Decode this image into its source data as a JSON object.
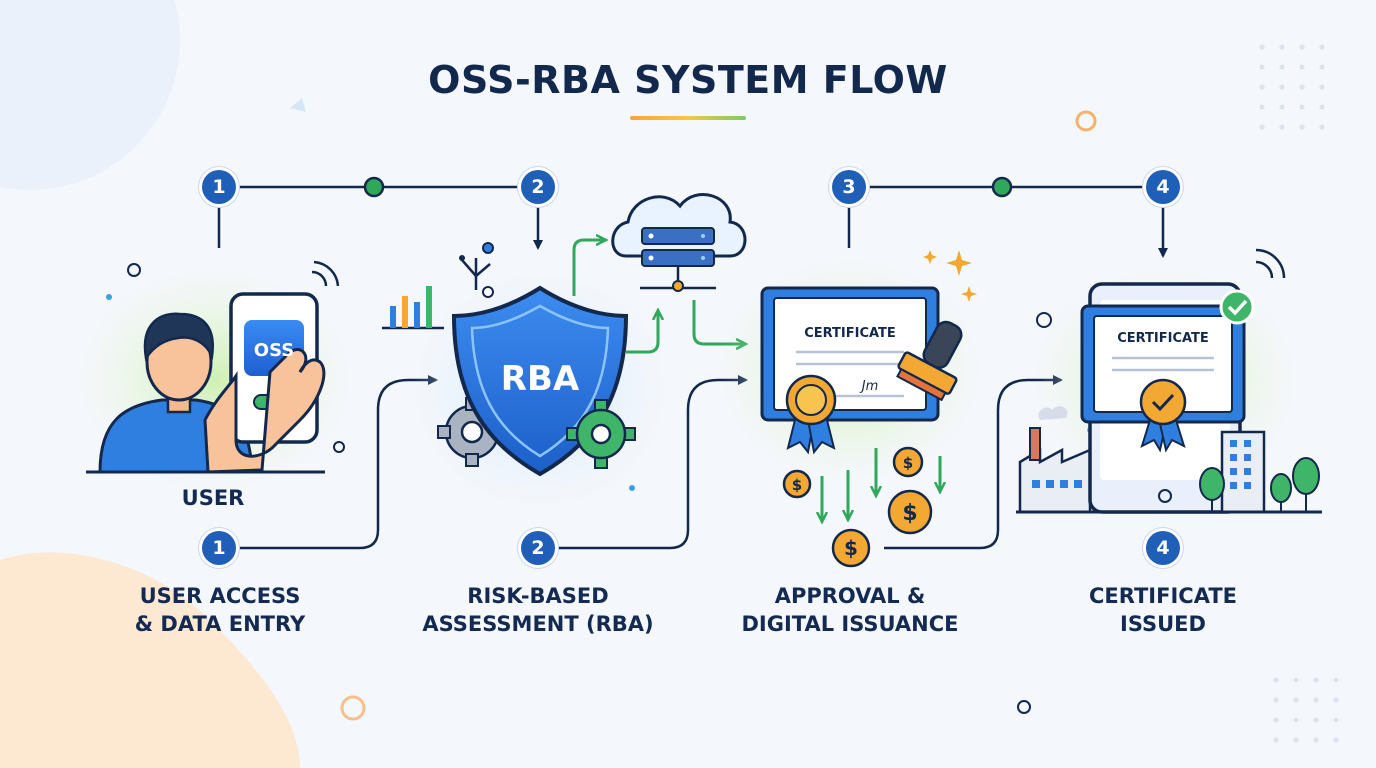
{
  "title": "OSS-RBA SYSTEM FLOW",
  "colors": {
    "navy": "#13284d",
    "blue": "#1f5fb8",
    "green": "#2fa85c",
    "gold": "#f2a833",
    "accent_orange": "#f6a43a"
  },
  "top_badges": [
    "1",
    "2",
    "3",
    "4"
  ],
  "bottom_badges": [
    "1",
    "2",
    "4"
  ],
  "user_label": "USER",
  "phone": {
    "app_label": "OSS"
  },
  "shield": {
    "label": "RBA"
  },
  "certificate_a": {
    "heading": "CERTIFICATE",
    "signature": "Jm"
  },
  "certificate_b": {
    "heading": "CERTIFICATE"
  },
  "coins": {
    "symbol": "$"
  },
  "steps": [
    {
      "line1": "USER ACCESS",
      "line2": "& DATA ENTRY"
    },
    {
      "line1": "RISK-BASED",
      "line2": "ASSESSMENT (RBA)"
    },
    {
      "line1": "APPROVAL &",
      "line2": "DIGITAL ISSUANCE"
    },
    {
      "line1": "CERTIFICATE",
      "line2": "ISSUED"
    }
  ]
}
